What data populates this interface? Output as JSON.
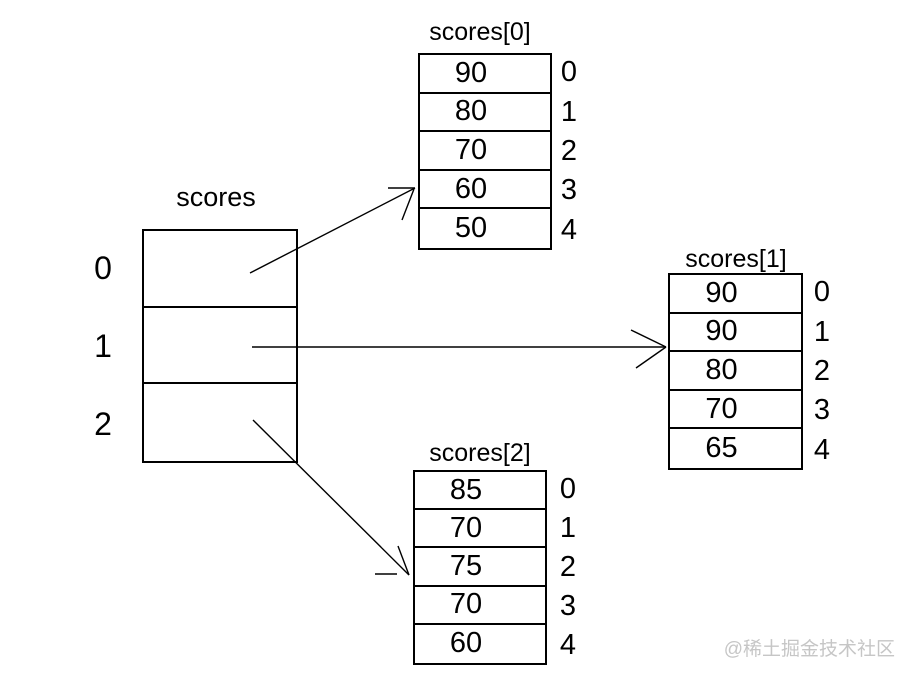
{
  "background": "#ffffff",
  "line_color": "#000000",
  "text_color": "#000000",
  "watermark": {
    "text": "@稀土掘金技术社区",
    "color": "#c6c6c6"
  },
  "main_array": {
    "title": "scores",
    "indices": [
      "0",
      "1",
      "2"
    ]
  },
  "sub_arrays": [
    {
      "title": "scores[0]",
      "values": [
        "90",
        "80",
        "70",
        "60",
        "50"
      ],
      "indices": [
        "0",
        "1",
        "2",
        "3",
        "4"
      ]
    },
    {
      "title": "scores[1]",
      "values": [
        "90",
        "90",
        "80",
        "70",
        "65"
      ],
      "indices": [
        "0",
        "1",
        "2",
        "3",
        "4"
      ]
    },
    {
      "title": "scores[2]",
      "values": [
        "85",
        "70",
        "75",
        "70",
        "60"
      ],
      "indices": [
        "0",
        "1",
        "2",
        "3",
        "4"
      ]
    }
  ]
}
